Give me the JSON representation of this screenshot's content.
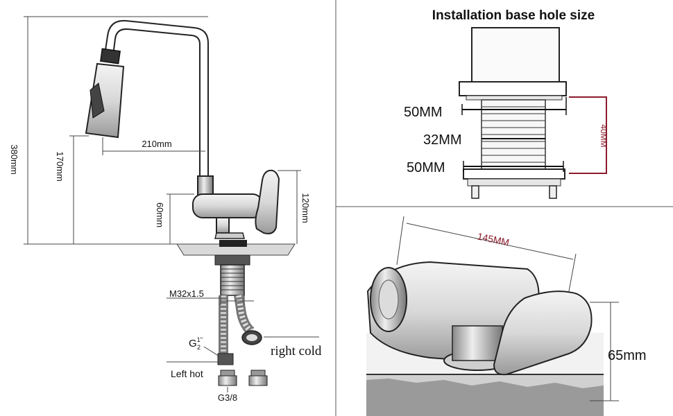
{
  "left_panel": {
    "dimensions": {
      "height_total": "380mm",
      "height_spout": "170mm",
      "reach": "210mm",
      "height_base": "60mm",
      "height_handle": "120mm"
    },
    "thread_label": "M32x1.5",
    "inlet_label_main": "G",
    "inlet_label_sup": "1",
    "inlet_label_sub": "2",
    "inlet_label_mark": "\"",
    "left_hose_label": "Left hot",
    "right_hose_label": "right cold",
    "connector_label": "G3/8"
  },
  "top_right_panel": {
    "title": "Installation base hole size",
    "dim_top": "50MM",
    "dim_middle": "32MM",
    "dim_bottom": "50MM",
    "dim_height": "40MM"
  },
  "bottom_right_panel": {
    "dim_length": "145MM",
    "dim_height": "65mm"
  },
  "colors": {
    "line": "#222222",
    "accent_red": "#8b1c2c",
    "background": "#ffffff"
  }
}
